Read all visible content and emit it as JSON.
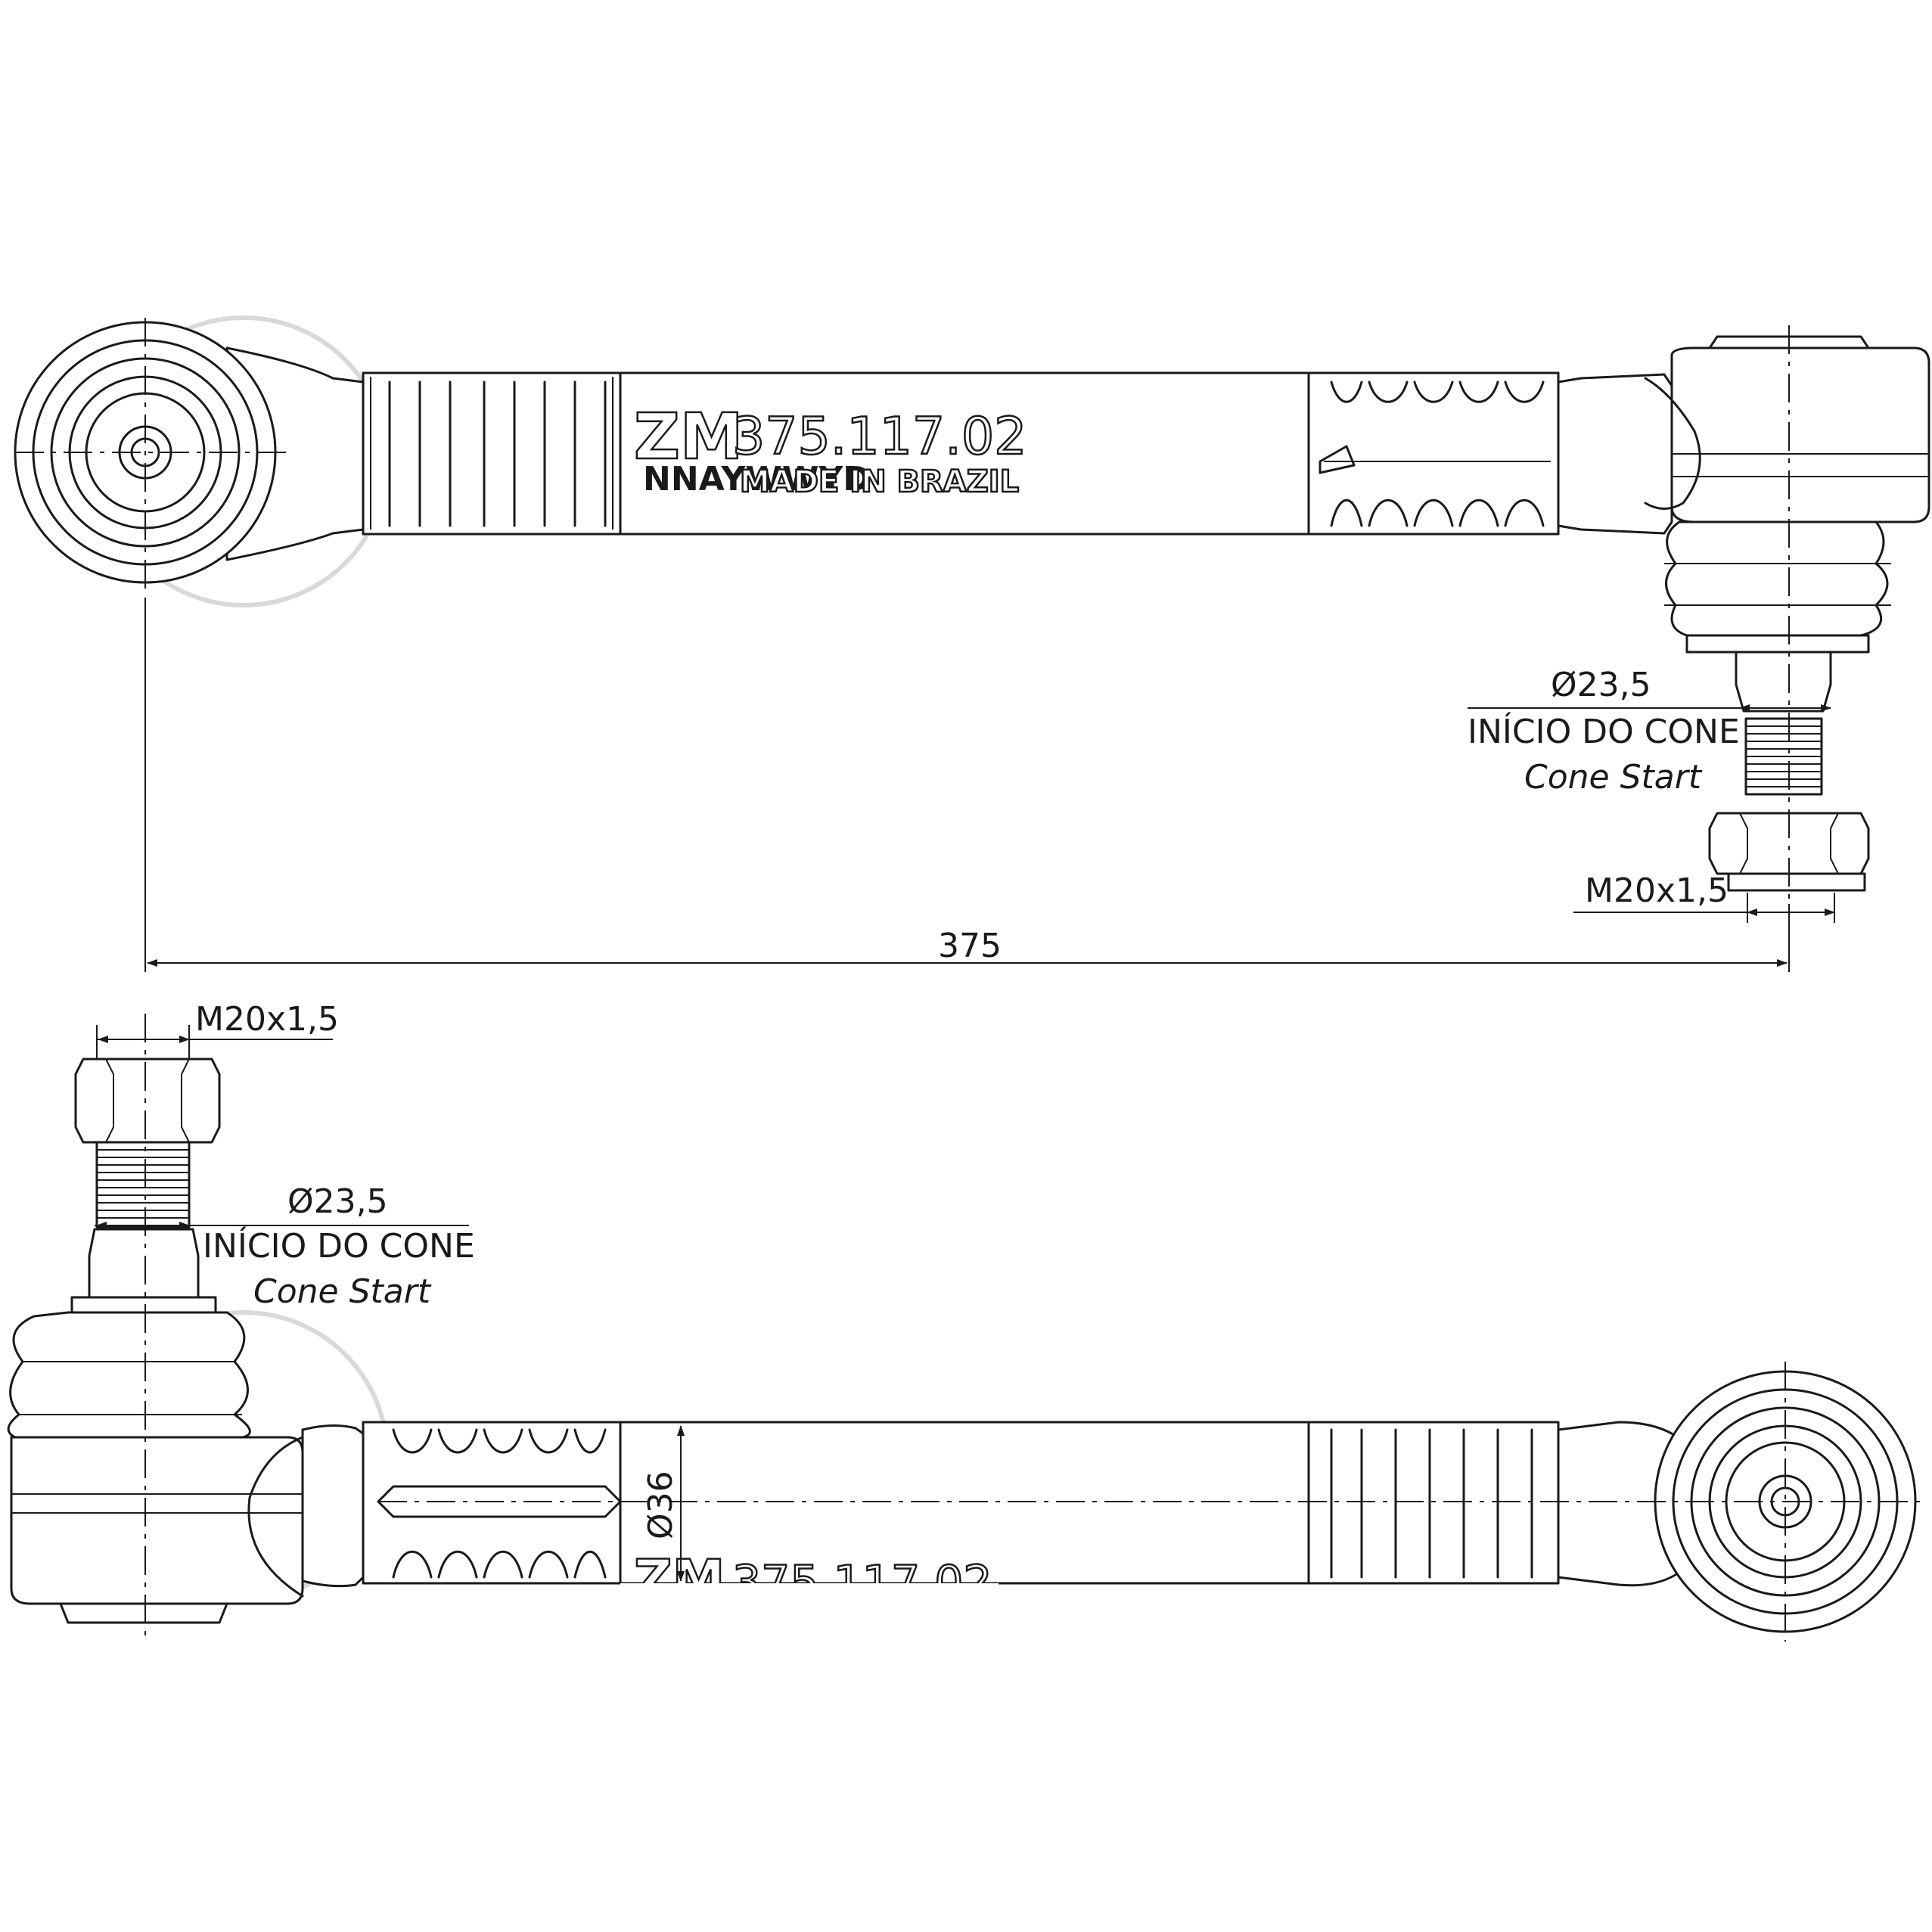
{
  "marking": {
    "brand": "ZM",
    "code_small": "NNAYWWYD",
    "part_number": "375.117.02",
    "origin": "MADE IN BRAZIL"
  },
  "dimensions": {
    "length": "375",
    "rod_diameter": "Ø36",
    "thread_top": "M20x1,5",
    "thread_bottom": "M20x1,5",
    "cone_diameter_top": "Ø23,5",
    "cone_diameter_bottom": "Ø23,5"
  },
  "annotations": {
    "cone_start_pt": "INÍCIO DO CONE",
    "cone_start_en": "Cone Start"
  }
}
